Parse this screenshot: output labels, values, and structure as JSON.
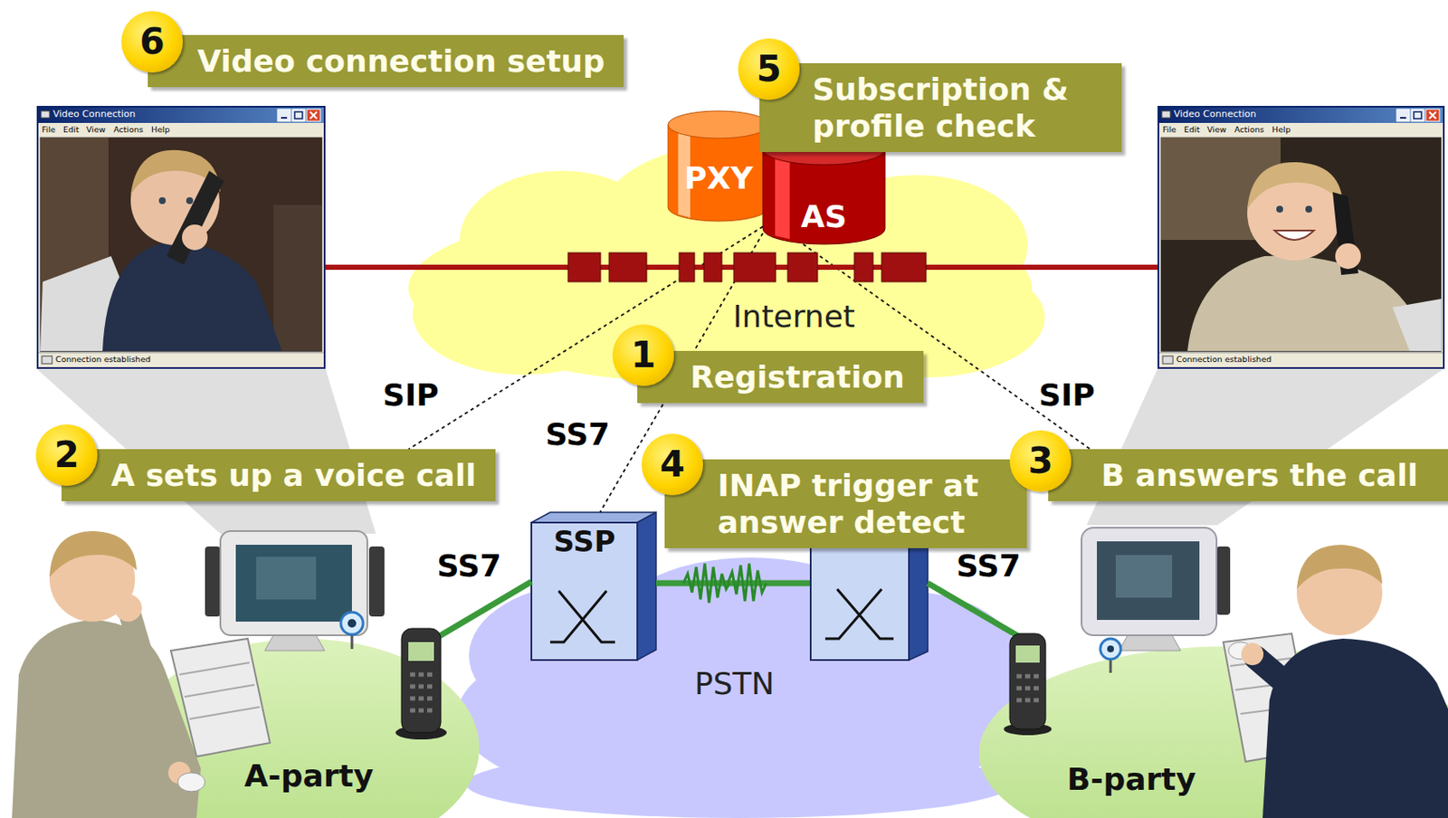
{
  "diagram": {
    "nodes": [
      {
        "text": [
          "6",
          "Video connection setup"
        ]
      },
      {
        "text": [
          "Video Connection",
          "File",
          "Edit",
          "View",
          "Actions",
          "Help",
          "Connection established"
        ]
      },
      {
        "text": [
          "5",
          "Subscription & profile check"
        ]
      },
      {
        "text": [
          "Internet"
        ]
      },
      {
        "text": [
          "PXY"
        ],
        "in": 3
      },
      {
        "text": [
          "AS"
        ],
        "in": 3
      },
      {
        "text": [
          "Video Connection",
          "File",
          "Edit",
          "View",
          "Actions",
          "Help",
          "Connection established"
        ]
      },
      {
        "text": [
          "1",
          "Registration"
        ]
      },
      {
        "text": [
          "2",
          "A sets up a voice call"
        ]
      },
      {
        "text": [
          "4",
          "INAP trigger at answer detect"
        ]
      },
      {
        "text": [
          "3",
          "B answers the call"
        ]
      },
      {
        "text": [
          "PSTN"
        ]
      },
      {
        "text": [
          "SSP"
        ],
        "in": 11
      },
      {
        "text": [
          "A-party"
        ]
      },
      {
        "text": [
          "B-party"
        ]
      }
    ],
    "edges": [
      {
        "from": 5,
        "to": 8,
        "label": "SIP",
        "arrow": "none"
      },
      {
        "from": 5,
        "to": 12,
        "label": "SS7",
        "arrow": "none"
      },
      {
        "from": 5,
        "to": 10,
        "label": "SIP",
        "arrow": "none"
      },
      {
        "from": 13,
        "to": 12,
        "label": "SS7",
        "arrow": "none"
      },
      {
        "from": 1,
        "to": 6,
        "arrow": "none"
      }
    ],
    "labels": [
      "SS7"
    ]
  }
}
